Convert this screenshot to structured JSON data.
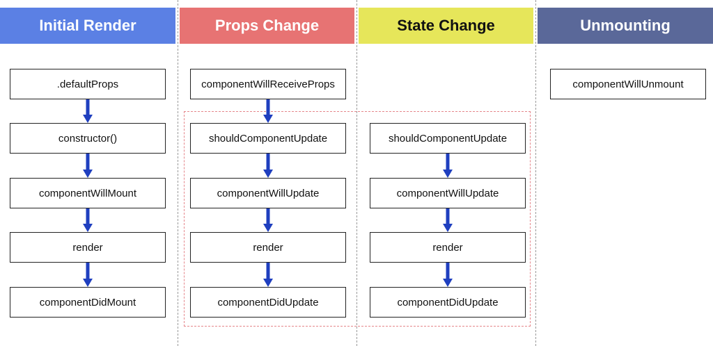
{
  "colors": {
    "initial": "#5b80e4",
    "props": "#e77373",
    "state": "#e6e65a",
    "unmount": "#5a6899",
    "arrow": "#1f3fbf",
    "group": "#e5858a"
  },
  "columns": [
    {
      "title": "Initial Render",
      "steps": [
        ".defaultProps",
        "constructor()",
        "componentWillMount",
        "render",
        "componentDidMount"
      ]
    },
    {
      "title": "Props Change",
      "steps": [
        "componentWillReceiveProps",
        "shouldComponentUpdate",
        "componentWillUpdate",
        "render",
        "componentDidUpdate"
      ]
    },
    {
      "title": "State Change",
      "steps": [
        "shouldComponentUpdate",
        "componentWillUpdate",
        "render",
        "componentDidUpdate"
      ]
    },
    {
      "title": "Unmounting",
      "steps": [
        "componentWillUnmount"
      ]
    }
  ]
}
